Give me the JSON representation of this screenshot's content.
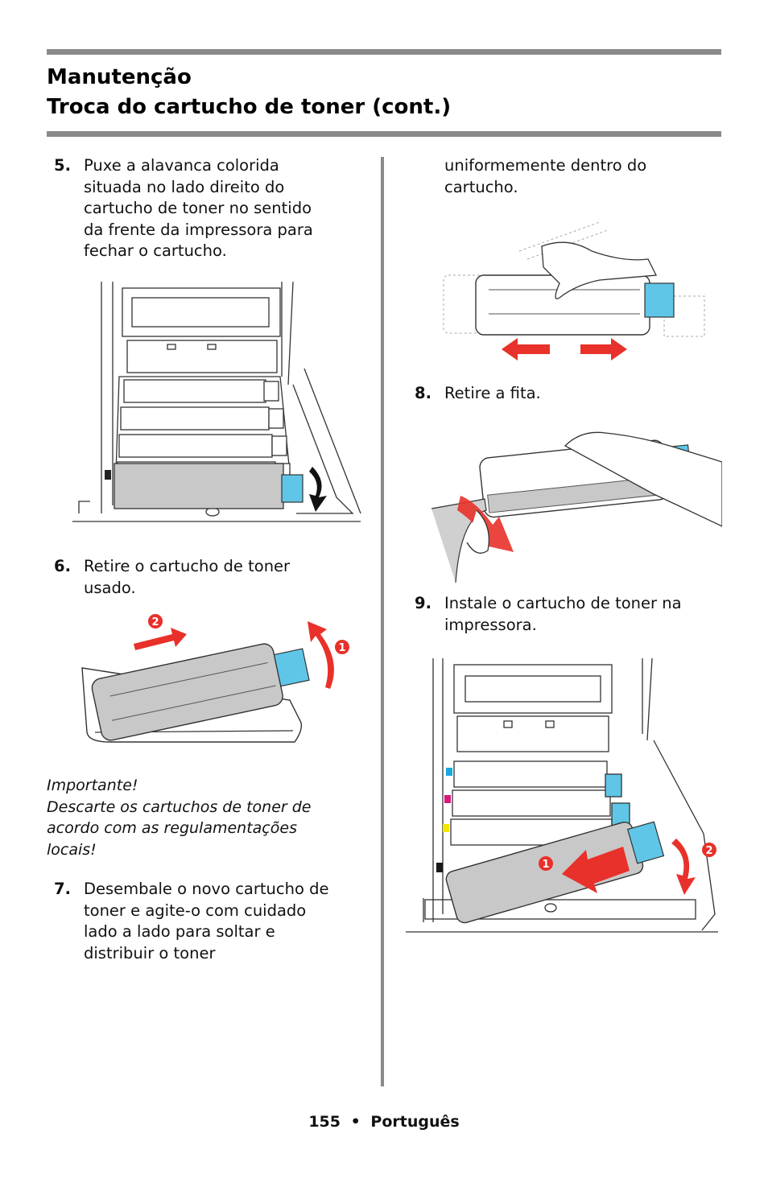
{
  "header": {
    "title_line1": "Manutenção",
    "title_line2": "Troca do cartucho de toner (cont.)"
  },
  "steps": [
    {
      "number": "5.",
      "text": [
        "Puxe a alavanca colorida",
        "situada no lado direito do",
        "cartucho de toner no sentido",
        "da frente da impressora para",
        "fechar o cartucho."
      ]
    },
    {
      "number": "6.",
      "text": [
        "Retire o cartucho de toner",
        "usado."
      ]
    },
    {
      "number": "7.",
      "text": [
        "Desembale o novo cartucho de",
        "toner e agite-o com cuidado",
        "lado a lado para soltar e",
        "distribuir o toner"
      ]
    },
    {
      "number": "8.",
      "text": [
        "Retire a fita."
      ]
    },
    {
      "number": "9.",
      "text": [
        "Instale o cartucho de toner na",
        "impressora."
      ]
    }
  ],
  "step7_continuation": [
    "uniformemente dentro do",
    "cartucho."
  ],
  "note": [
    "Importante!",
    "Descarte os cartuchos de toner de",
    "acordo com as regulamentações",
    "locais!"
  ],
  "figure_callouts": {
    "fig6_one": "1",
    "fig6_two": "2",
    "fig9_one": "1",
    "fig9_two": "2"
  },
  "colors": {
    "rule": "#8a8a8a",
    "lever_blue": "#5fc6e8",
    "arrow_red": "#e8312a",
    "cyan": "#19a9e0",
    "magenta": "#d6197f",
    "yellow": "#f3e600",
    "black": "#1a1a1a"
  },
  "footer": {
    "page_number": "155",
    "separator": "•",
    "language": "Português"
  }
}
